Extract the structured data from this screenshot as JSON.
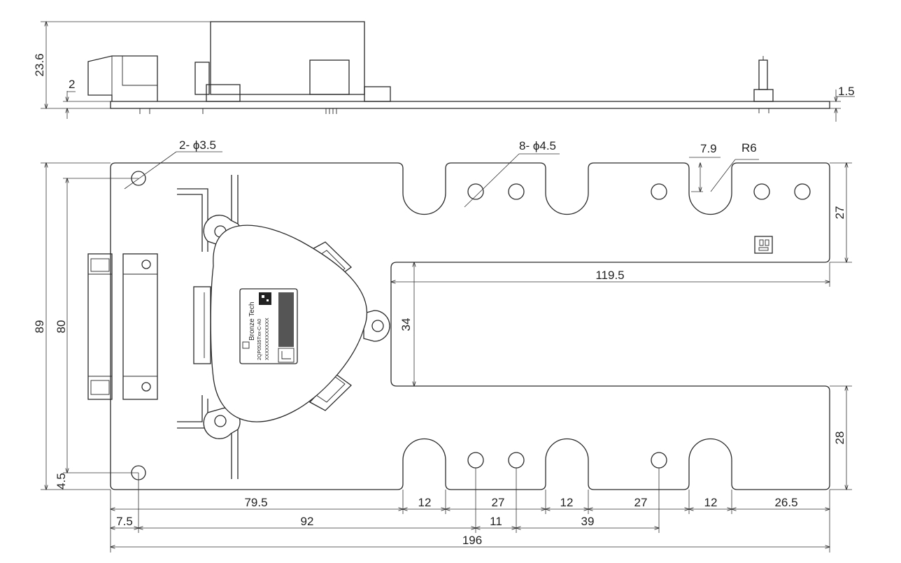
{
  "dimensions": {
    "side_height": "23.6",
    "side_offset": "2",
    "side_thickness": "1.5",
    "top_hole_callout": "2- ϕ3.5",
    "slot_hole_callout": "8- ϕ4.5",
    "slot_depth": "7.9",
    "slot_radius": "R6",
    "overall_height": "89",
    "hole_spacing_vertical": "80",
    "hole_offset_bottom": "4.5",
    "upper_arm_width": "27",
    "cutout_length": "119.5",
    "cutout_height": "34",
    "lower_arm_width": "28",
    "bottom_seg_1": "79.5",
    "bottom_seg_2": "12",
    "bottom_seg_3": "27",
    "bottom_seg_4": "12",
    "bottom_seg_5": "27",
    "bottom_seg_6": "12",
    "bottom_seg_7": "26.5",
    "hole_offset_left": "7.5",
    "hole_to_hole_1": "92",
    "hole_to_hole_2": "11",
    "hole_to_hole_3": "39",
    "overall_length": "196"
  },
  "label": {
    "brand": "Bronze Tech",
    "part_number": "2QP0535Txx-C-A0",
    "serial": "XXXXXXXXXXXXX"
  }
}
